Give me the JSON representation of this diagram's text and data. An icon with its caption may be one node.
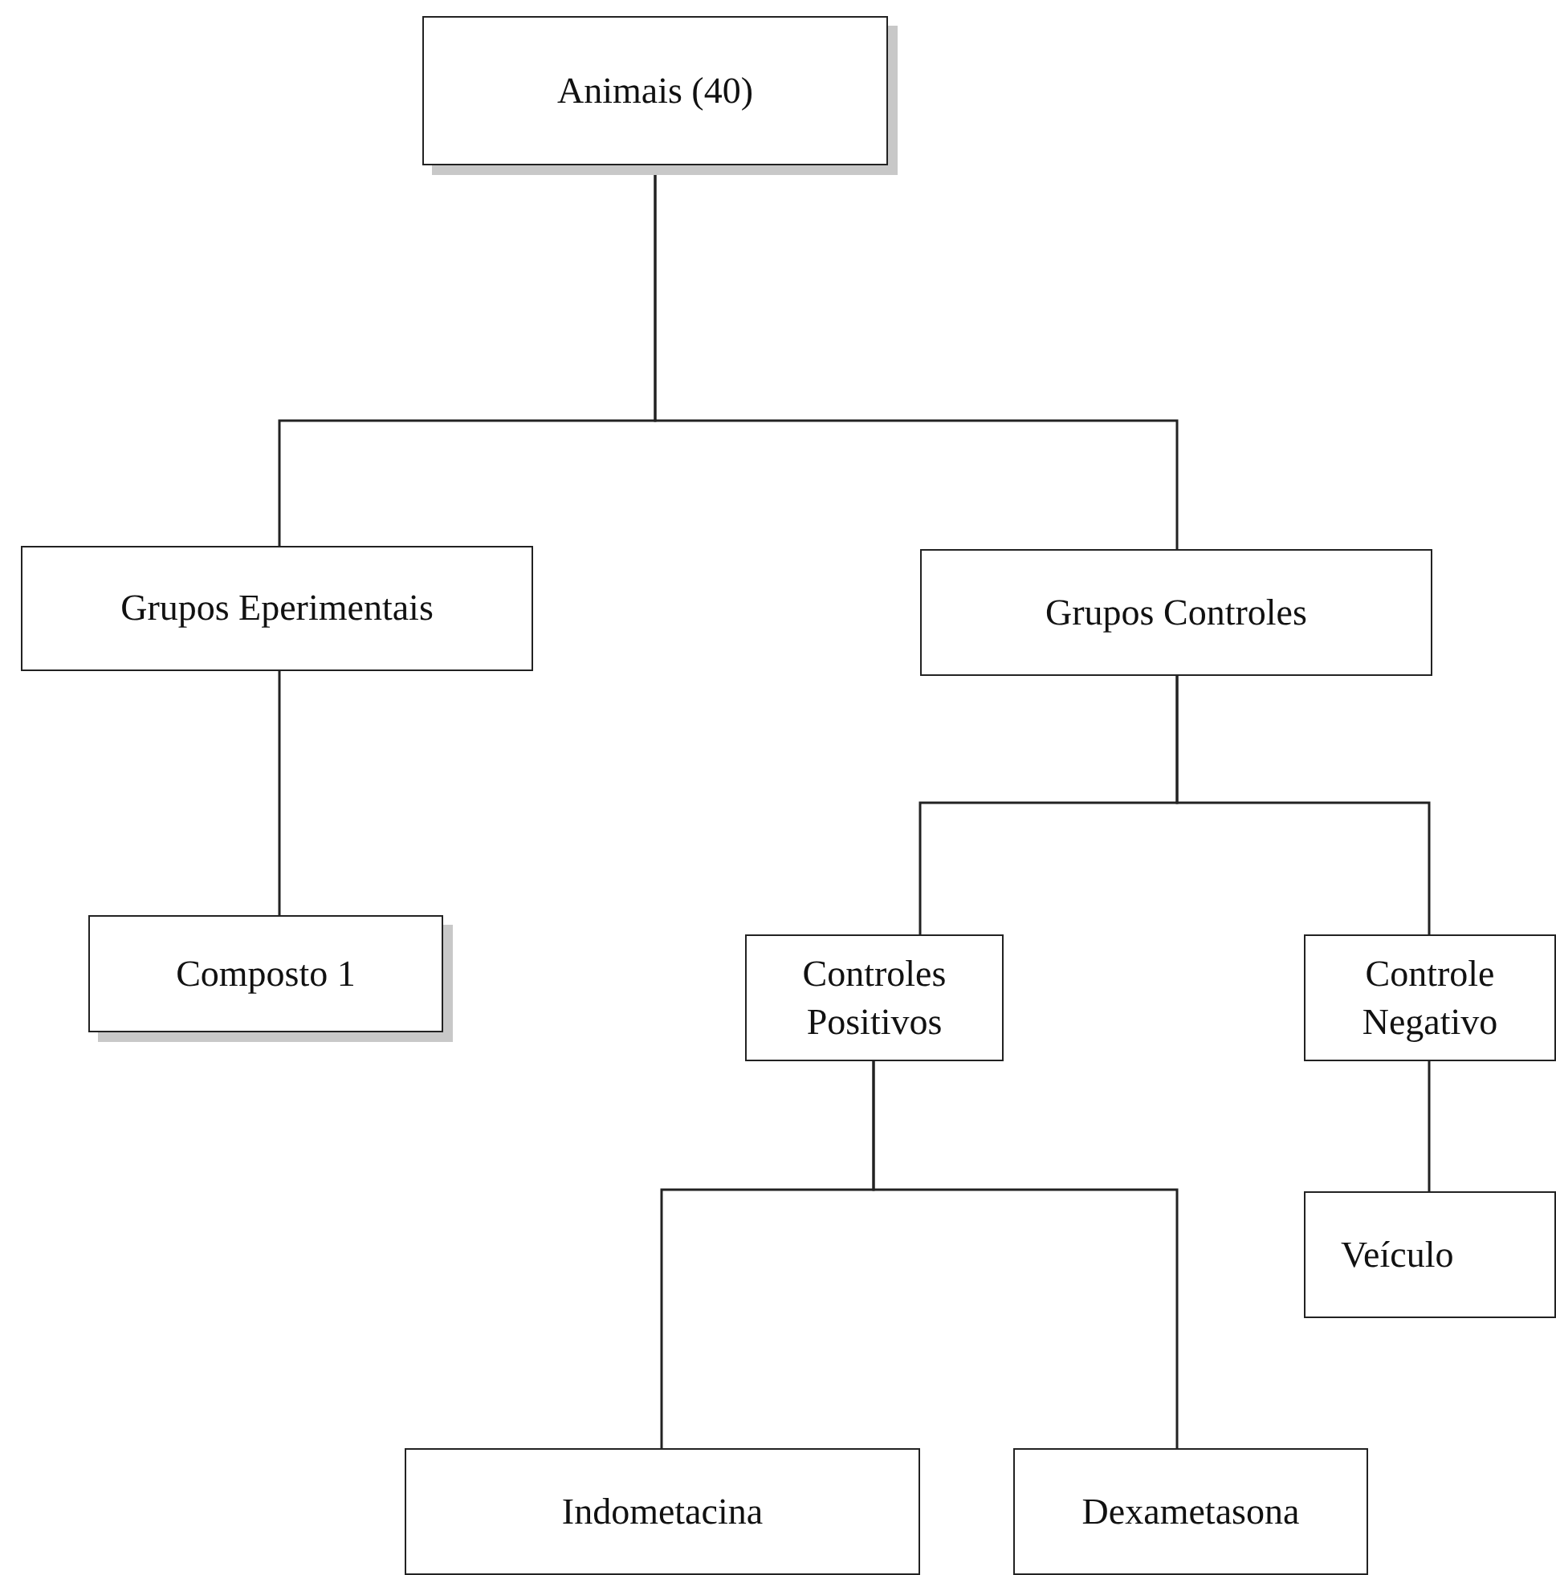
{
  "diagram": {
    "nodes": [
      {
        "text": [
          "Animais (40)"
        ]
      },
      {
        "text": [
          "Grupos Eperimentais"
        ]
      },
      {
        "text": [
          "Grupos Controles"
        ]
      },
      {
        "text": [
          "Composto 1"
        ]
      },
      {
        "text": [
          "Controles Positivos"
        ]
      },
      {
        "text": [
          "Controle Negativo"
        ]
      },
      {
        "text": [
          "Veículo"
        ]
      },
      {
        "text": [
          "Indometacina"
        ]
      },
      {
        "text": [
          "Dexametasona"
        ]
      }
    ],
    "edges": [
      {
        "from": 0,
        "to": 1,
        "arrow": "none"
      },
      {
        "from": 0,
        "to": 2,
        "arrow": "none"
      },
      {
        "from": 1,
        "to": 3,
        "arrow": "none"
      },
      {
        "from": 2,
        "to": 4,
        "arrow": "none"
      },
      {
        "from": 2,
        "to": 5,
        "arrow": "none"
      },
      {
        "from": 4,
        "to": 7,
        "arrow": "none"
      },
      {
        "from": 4,
        "to": 8,
        "arrow": "none"
      },
      {
        "from": 5,
        "to": 6,
        "arrow": "none"
      }
    ]
  }
}
